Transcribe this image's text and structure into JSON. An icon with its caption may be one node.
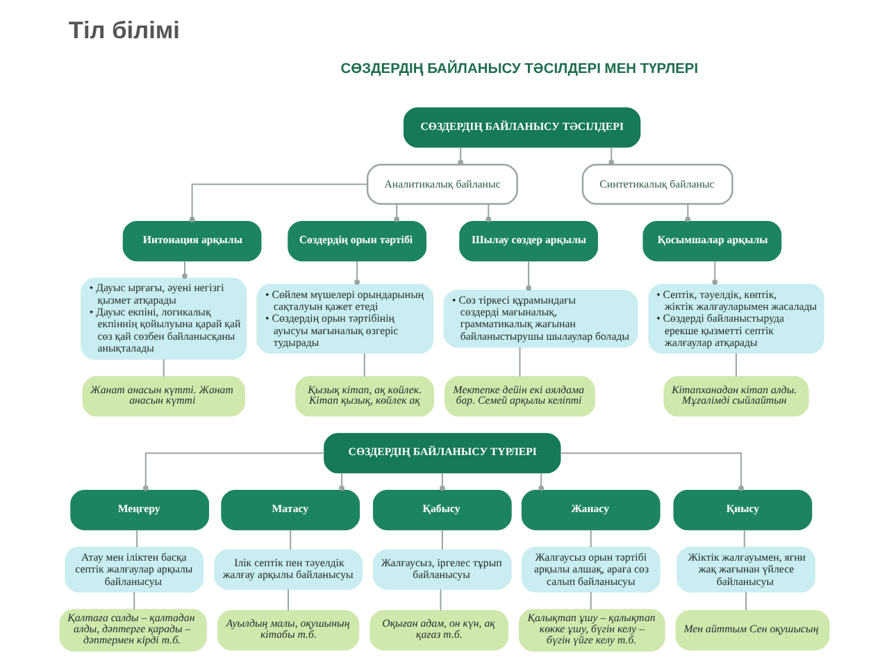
{
  "diagram": {
    "title": "Тіл білімі",
    "nodes": [
      {
        "text": [
          "СӨЗДЕРДІҢ БАЙЛАНЫСУ ТӘСІЛДЕРІ"
        ]
      },
      {
        "text": [
          "Аналитикалық байланыс"
        ]
      },
      {
        "text": [
          "Синтетикалық байланыс"
        ]
      },
      {
        "text": [
          "Интонация арқылы"
        ]
      },
      {
        "text": [
          "• Дауыс ырғағы, әуені негізгі қызмет атқарады",
          "• Дауыс екпіні, логикалық екпіннің қойылуына қарай қай сөз қай сөзбен байланысқаны анықталады"
        ]
      },
      {
        "text": [
          "Жанат анасын күтті. Жанат анасын күтті"
        ]
      },
      {
        "text": [
          "Сөздердің орын тәртібі"
        ]
      },
      {
        "text": [
          "• Сөйлем мүшелері орындарының сақталуын қажет етеді",
          "• Сөздердің орын тәртібінің ауысуы мағыналық өзгеріс тудырады"
        ]
      },
      {
        "text": [
          "Қызық кітап, ақ көйлек. Кітап қызық, көйлек ақ"
        ]
      },
      {
        "text": [
          "Шылау сөздер арқылы"
        ]
      },
      {
        "text": [
          "• Сөз тіркесі құрамындағы сөздерді мағыналық, грамматикалық жағынан байланыстырушы шылаулар болады"
        ]
      },
      {
        "text": [
          "Мектепке дейін екі аялдама бар. Семей арқылы келіпті"
        ]
      },
      {
        "text": [
          "Қосымшалар арқылы"
        ]
      },
      {
        "text": [
          "• Септік, тәуелдік, көптік, жіктік жалғауларымен жасалады",
          "• Сөздерді байланыстыруда ерекше қызметті септік жалғаулар атқарады"
        ]
      },
      {
        "text": [
          "Кітапханадан кітап алды. Мұғалімді сыйлайтын"
        ]
      },
      {
        "text": [
          "СӨЗДЕРДІҢ БАЙЛАНЫСУ ТҮРЛЕРІ"
        ]
      },
      {
        "text": [
          "Меңгеру"
        ]
      },
      {
        "text": [
          "Атау мен іліктен басқа септік жалғаулар арқылы байланысуы"
        ]
      },
      {
        "text": [
          "Қалтаға салды – қалтадан алды, дәптерге қарады – дәптермен кірді т.б."
        ]
      },
      {
        "text": [
          "Матасу"
        ]
      },
      {
        "text": [
          "Ілік септік пен тәуелдік жалғау арқылы байланысуы"
        ]
      },
      {
        "text": [
          "Ауылдың малы, оқушының кітабы т.б."
        ]
      },
      {
        "text": [
          "Қабысу"
        ]
      },
      {
        "text": [
          "Жалғаусыз, іргелес тұрып байланысуы"
        ]
      },
      {
        "text": [
          "Оқыған адам, он күн, ақ қағаз т.б."
        ]
      },
      {
        "text": [
          "Жанасу"
        ]
      },
      {
        "text": [
          "Жалғаусыз орын тәртібі арқылы алшақ, араға сөз салып байланысуы"
        ]
      },
      {
        "text": [
          "Қалықтап ұшу – қалықтап көкке ұшу, бүгін келу – бүгін үйге келу т.б."
        ]
      },
      {
        "text": [
          "Қиысу"
        ]
      },
      {
        "text": [
          "Жіктік жалғауымен, яғни жақ жағынан үйлесе байланысуы"
        ]
      },
      {
        "text": [
          "Мен айттым Сен оқушысың"
        ]
      }
    ],
    "edges": [
      {
        "from": 0,
        "to": 1,
        "arrow": "other"
      },
      {
        "from": 0,
        "to": 2,
        "arrow": "other"
      },
      {
        "from": 1,
        "to": 3,
        "arrow": "other"
      },
      {
        "from": 1,
        "to": 6,
        "arrow": "other"
      },
      {
        "from": 1,
        "to": 9,
        "arrow": "other"
      },
      {
        "from": 2,
        "to": 12,
        "arrow": "other"
      },
      {
        "from": 3,
        "to": 4,
        "arrow": "other"
      },
      {
        "from": 4,
        "to": 5,
        "arrow": "none"
      },
      {
        "from": 6,
        "to": 7,
        "arrow": "other"
      },
      {
        "from": 7,
        "to": 8,
        "arrow": "none"
      },
      {
        "from": 9,
        "to": 10,
        "arrow": "other"
      },
      {
        "from": 10,
        "to": 11,
        "arrow": "none"
      },
      {
        "from": 12,
        "to": 13,
        "arrow": "other"
      },
      {
        "from": 13,
        "to": 14,
        "arrow": "none"
      },
      {
        "from": 15,
        "to": 16,
        "arrow": "other"
      },
      {
        "from": 15,
        "to": 19,
        "arrow": "other"
      },
      {
        "from": 15,
        "to": 22,
        "arrow": "other"
      },
      {
        "from": 15,
        "to": 25,
        "arrow": "other"
      },
      {
        "from": 15,
        "to": 28,
        "arrow": "other"
      },
      {
        "from": 16,
        "to": 17,
        "arrow": "none"
      },
      {
        "from": 17,
        "to": 18,
        "arrow": "none"
      },
      {
        "from": 19,
        "to": 20,
        "arrow": "none"
      },
      {
        "from": 20,
        "to": 21,
        "arrow": "none"
      },
      {
        "from": 22,
        "to": 23,
        "arrow": "none"
      },
      {
        "from": 23,
        "to": 24,
        "arrow": "none"
      },
      {
        "from": 25,
        "to": 26,
        "arrow": "none"
      },
      {
        "from": 26,
        "to": 27,
        "arrow": "none"
      },
      {
        "from": 28,
        "to": 29,
        "arrow": "none"
      },
      {
        "from": 29,
        "to": 30,
        "arrow": "none"
      }
    ],
    "labels": [
      "СӨЗДЕРДІҢ БАЙЛАНЫСУ ТӘСІЛДЕРІ МЕН ТҮРЛЕРІ"
    ]
  }
}
